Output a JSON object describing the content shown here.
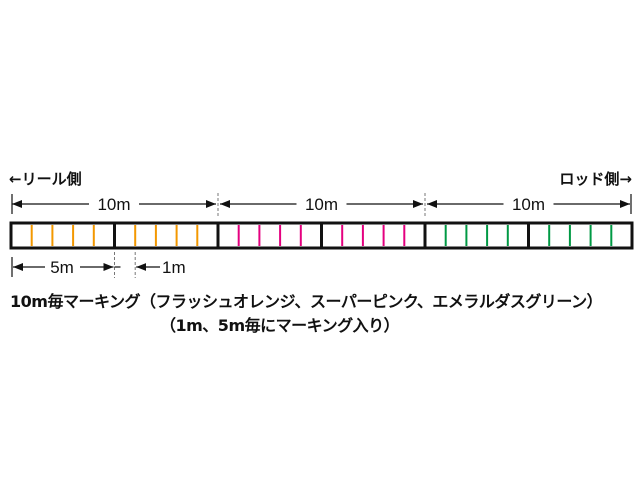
{
  "labels": {
    "reel_side": "←リール側",
    "rod_side": "ロッド側→"
  },
  "dimensions": {
    "section_length": "10m",
    "five_meter": "5m",
    "one_meter": "1m"
  },
  "line": {
    "sections": [
      {
        "color": "#f39800",
        "name": "orange"
      },
      {
        "color": "#e4007f",
        "name": "pink"
      },
      {
        "color": "#009944",
        "name": "green"
      }
    ],
    "segments_per_section": 2,
    "marks_per_segment": 4
  },
  "description": {
    "line1": "10m毎マーキング（フラッシュオレンジ、スーパーピンク、エメラルダスグリーン）",
    "line2": "（1m、5m毎にマーキング入り）"
  }
}
